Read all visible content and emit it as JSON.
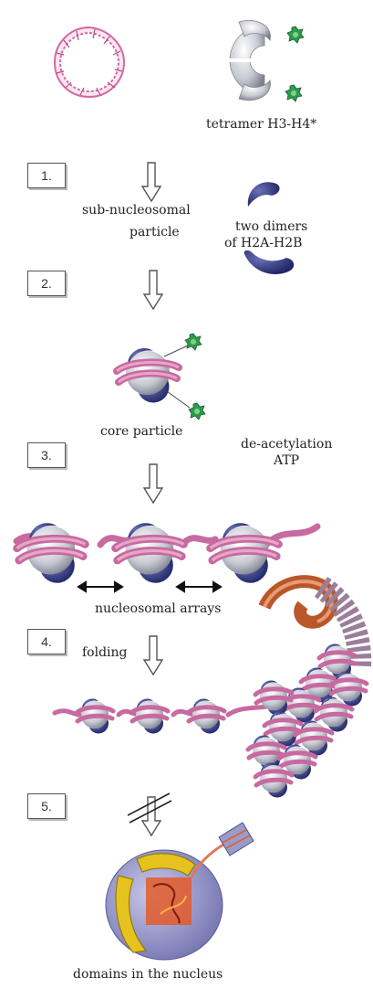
{
  "colors": {
    "dna": "#d46aa3",
    "dna_dark": "#9a3a7a",
    "histone_blue": "#2b3277",
    "histone_gray": "#cfd1d8",
    "acetyl_green": "#2f9a4a",
    "fiber_orange": "#b9562a"
  },
  "labels": {
    "tetramer": "tetramer H3-H4*",
    "sub_nucleosomal": "sub-nucleosomal",
    "particle": "particle",
    "two_dimers": "two dimers",
    "of_h2a_h2b": "of H2A-H2B",
    "core_particle": "core particle",
    "deacetylation": "de-acetylation",
    "atp": "ATP",
    "nucleosomal_arrays": "nucleosomal arrays",
    "folding": "folding",
    "domains": "domains in the nucleus"
  },
  "steps": [
    "1.",
    "2.",
    "3.",
    "4.",
    "5."
  ]
}
